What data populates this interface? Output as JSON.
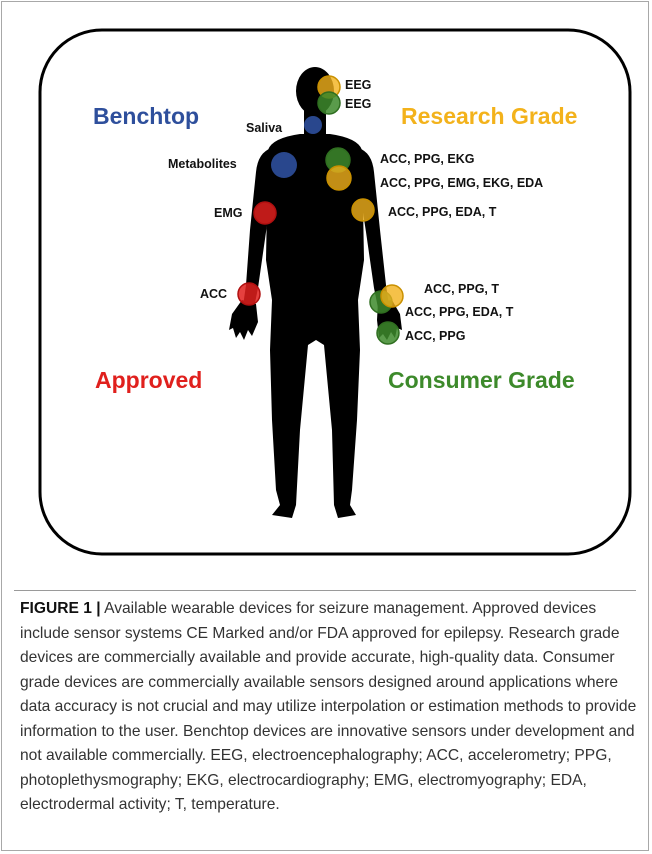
{
  "categories": {
    "benchtop": "Benchtop",
    "research": "Research Grade",
    "approved": "Approved",
    "consumer": "Consumer Grade"
  },
  "colors": {
    "benchtop": "#2e4f9c",
    "research": "#f3b21b",
    "approved": "#e0201d",
    "consumer": "#3d8a2b",
    "body": "#000000",
    "frame": "#000000"
  },
  "sensors": {
    "eeg_top": "EEG",
    "eeg_bottom": "EEG",
    "saliva": "Saliva",
    "metabolites": "Metabolites",
    "chest_1": "ACC, PPG, EKG",
    "chest_2": "ACC, PPG, EMG, EKG, EDA",
    "emg_arm": "EMG",
    "upper_arm": "ACC, PPG, EDA, T",
    "acc_wrist": "ACC",
    "wrist_1": "ACC, PPG, T",
    "wrist_2": "ACC, PPG, EDA, T",
    "hand": "ACC, PPG"
  },
  "caption": {
    "label": "FIGURE 1 |",
    "text": " Available wearable devices for seizure management. Approved devices include sensor systems CE Marked and/or FDA approved for epilepsy. Research grade devices are commercially available and provide accurate, high-quality data. Consumer grade devices are commercially available sensors designed around applications where data accuracy is not crucial and may utilize interpolation or estimation methods to provide information to the user. Benchtop devices are innovative sensors under development and not available commercially. EEG, electroencephalography; ACC, accelerometry; PPG, photoplethysmography; EKG, electrocardiography; EMG, electromyography; EDA, electrodermal activity; T, temperature."
  }
}
